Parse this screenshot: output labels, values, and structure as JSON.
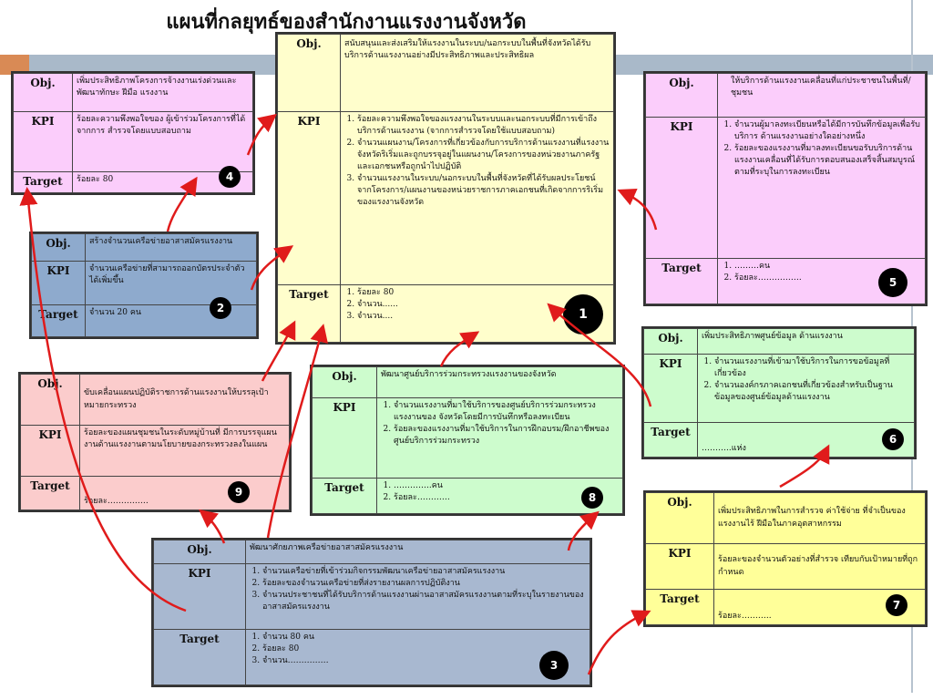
{
  "title": "แผนที่กลยุทธ์ของสำนักงานแรงงานจังหวัด",
  "colors": {
    "yellow": "#fffecc",
    "pink": "#fbcdfb",
    "blue": "#8eaacd",
    "green": "#cdfccd",
    "salmon": "#fbcccc",
    "gold": "#ffff99",
    "steel": "#a8b8d0",
    "arrow": "#e01b1b"
  },
  "labels": {
    "obj": "Obj.",
    "kpi": "KPI",
    "target": "Target"
  },
  "cards": {
    "c1": {
      "badge": "1",
      "obj": "สนับสนุนและส่งเสริมให้แรงงานในระบบ/นอกระบบในพื้นที่จังหวัดได้รับบริการด้านแรงงานอย่างมีประสิทธิภาพและประสิทธิผล",
      "kpi": [
        "ร้อยละความพึงพอใจของแรงงานในระบบและนอกระบบที่มีการเข้าถึงบริการด้านแรงงาน (จากการสำรวจโดยใช้แบบสอบถาม)",
        "จำนวนแผนงาน/โครงการที่เกี่ยวข้องกับการบริการด้านแรงงานที่แรงงานจังหวัดริเริ่มและถูกบรรจุอยู่ในแผนงาน/โครงการของหน่วยงานภาครัฐและเอกชนหรือถูกนำไปปฏิบัติ",
        "จำนวนแรงงานในระบบ/นอกระบบในพื้นที่จังหวัดที่ได้รับผลประโยชน์จากโครงการ/แผนงานของหน่วยราชการภาคเอกชนที่เกิดจากการริเริ่มของแรงงานจังหวัด"
      ],
      "target": [
        "ร้อยละ 80",
        "จำนวน......",
        "จำนวน...."
      ]
    },
    "c2": {
      "badge": "2",
      "obj": "สร้างจำนวนเครือข่ายอาสาสมัครแรงงาน",
      "kpi": "จำนวนเครือข่ายที่สามารถออกบัตรประจำตัวได้เพิ่มขึ้น",
      "target": "จำนวน 20 คน"
    },
    "c3": {
      "badge": "3",
      "obj": "พัฒนาศักยภาพเครือข่ายอาสาสมัครแรงงาน",
      "kpi": [
        "จำนวนเครือข่ายที่เข้าร่วมกิจกรรมพัฒนาเครือข่ายอาสาสมัครแรงงาน",
        "ร้อยละของจำนวนเครือข่ายที่ส่งรายงานผลการปฏิบัติงาน",
        "จำนวนประชาชนที่ได้รับบริการด้านแรงงานผ่านอาสาสมัครแรงงานตามที่ระบุในรายงานของอาสาสมัครแรงงาน"
      ],
      "target": [
        "จำนวน 80 คน",
        "ร้อยละ 80",
        "จำนวน……………"
      ]
    },
    "c4": {
      "badge": "4",
      "obj": "เพิ่มประสิทธิภาพโครงการจ้างงานเร่งด่วนและพัฒนาทักษะ ฝีมือ แรงงาน",
      "kpi": "ร้อยละความพึงพอใจของ ผู้เข้าร่วมโครงการที่ได้จากการ สำรวจโดยแบบสอบถาม",
      "target": "ร้อยละ 80"
    },
    "c5": {
      "badge": "5",
      "obj": "ให้บริการด้านแรงงานเคลื่อนที่แก่ประชาชนในพื้นที่/ชุมชน",
      "kpi": [
        "จำนวนผู้มาลงทะเบียนหรือได้มีการบันทึกข้อมูลเพื่อรับบริการ ด้านแรงงานอย่างใดอย่างหนึ่ง",
        "ร้อยละของแรงงานที่มาลงทะเบียนขอรับบริการด้านแรงงานเคลื่อนที่ได้รับการตอบสนองเสร็จสิ้นสมบูรณ์ตามที่ระบุในการลงทะเบียน"
      ],
      "target": [
        "………คน",
        "ร้อยละ……………."
      ]
    },
    "c6": {
      "badge": "6",
      "obj": "เพิ่มประสิทธิภาพศูนย์ข้อมูล ด้านแรงงาน",
      "kpi": [
        "จำนวนแรงงานที่เข้ามาใช้บริการในการขอข้อมูลที่เกี่ยวข้อง",
        "จำนวนองค์กรภาคเอกชนที่เกี่ยวข้องสำหรับเป็นฐานข้อมูลของศูนย์ข้อมูลด้านแรงงาน"
      ],
      "target": "………..แห่ง"
    },
    "c7": {
      "badge": "7",
      "obj": "เพิ่มประสิทธิภาพในการสำรวจ ค่าใช้จ่าย ที่จำเป็นของแรงงานไร้ ฝีมือในภาคอุตสาหกรรม",
      "kpi": "ร้อยละของจำนวนตัวอย่างที่สำรวจ เทียบกับเป้าหมายที่ถูกกำหนด",
      "target": "ร้อยละ……….."
    },
    "c8": {
      "badge": "8",
      "obj": "พัฒนาศูนย์บริการร่วมกระทรวงแรงงานของจังหวัด",
      "kpi": [
        "จำนวนแรงงานที่มาใช้บริการของศูนย์บริการร่วมกระทรวงแรงงานของ จังหวัดโดยมีการบันทึกหรือลงทะเบียน",
        "ร้อยละของแรงงานที่มาใช้บริการในการฝึกอบรม/ฝึกอาชีพของศูนย์บริการร่วมกระทรวง"
      ],
      "target": [
        "…………..คน",
        "ร้อยละ…………"
      ]
    },
    "c9": {
      "badge": "9",
      "obj": "ขับเคลื่อนแผนปฏิบัติราชการด้านแรงงานให้บรรลุเป้าหมายกระทรวง",
      "kpi": "ร้อยละของแผนชุมชนในระดับหมู่บ้านที่ มีการบรรจุแผนงานด้านแรงงานตามนโยบายของกระทรวงลงในแผน",
      "target": "ร้อยละ……………"
    }
  }
}
